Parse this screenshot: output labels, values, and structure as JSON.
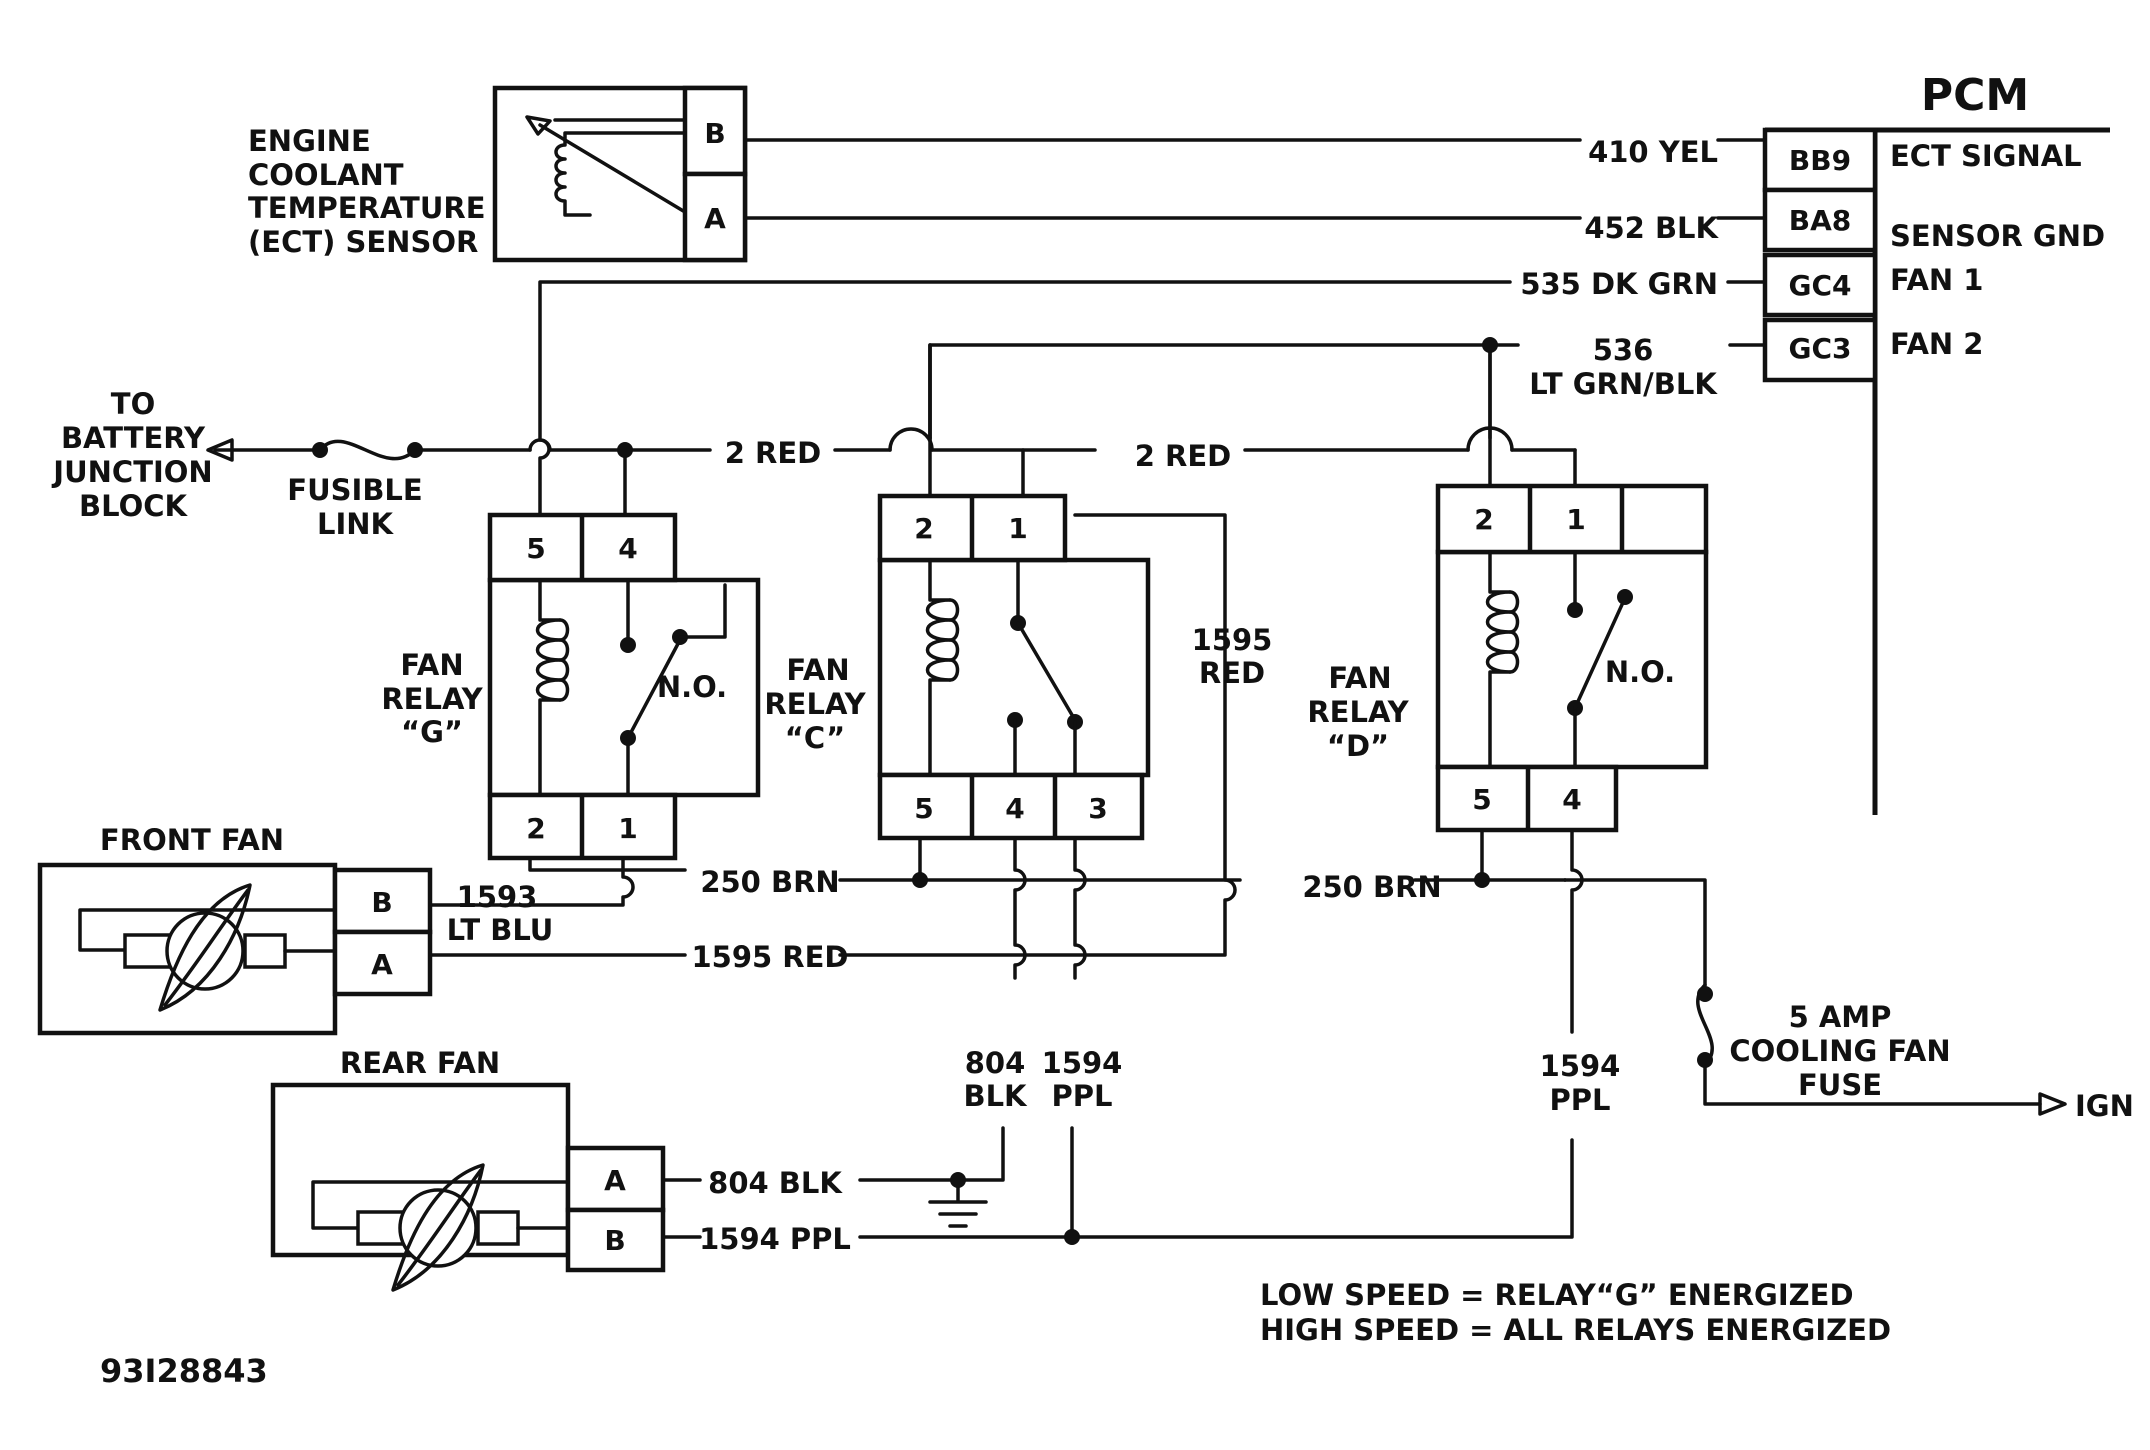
{
  "pcm": {
    "title": "PCM",
    "pins": [
      {
        "id": "BB9",
        "function": "ECT SIGNAL"
      },
      {
        "id": "BA8",
        "function": "SENSOR GND"
      },
      {
        "id": "GC4",
        "function": "FAN 1"
      },
      {
        "id": "GC3",
        "function": "FAN 2"
      }
    ]
  },
  "ect_sensor": {
    "label_lines": [
      "ENGINE",
      "COOLANT",
      "TEMPERATURE",
      "(ECT) SENSOR"
    ],
    "pins": [
      "B",
      "A"
    ]
  },
  "wires": {
    "w410": "410 YEL",
    "w452": "452 BLK",
    "w535": "535 DK GRN",
    "w536_a": "536",
    "w536_b": "LT GRN/BLK",
    "red_2a": "2 RED",
    "red_2b": "2 RED",
    "red_1595_vert_a": "1595",
    "red_1595_vert_b": "RED",
    "red_1595_horiz": "1595 RED",
    "brn_250a": "250 BRN",
    "brn_250b": "250 BRN",
    "ltblu_1593_a": "1593",
    "ltblu_1593_b": "LT BLU",
    "blk_804_vert_a": "804",
    "blk_804_vert_b": "BLK",
    "ppl_1594_vert_a": "1594",
    "ppl_1594_vert_b": "PPL",
    "ppl_1594_right_a": "1594",
    "ppl_1594_right_b": "PPL",
    "blk_804_horiz": "804 BLK",
    "ppl_1594_horiz": "1594 PPL"
  },
  "battery": {
    "lines": [
      "TO",
      "BATTERY",
      "JUNCTION",
      "BLOCK"
    ]
  },
  "fusible_link": {
    "lines": [
      "FUSIBLE",
      "LINK"
    ]
  },
  "relay_g": {
    "lines": [
      "FAN",
      "RELAY",
      "“G”"
    ],
    "top_pins": [
      "5",
      "4"
    ],
    "bottom_pins": [
      "2",
      "1"
    ],
    "contact": "N.O."
  },
  "relay_c": {
    "lines": [
      "FAN",
      "RELAY",
      "“C”"
    ],
    "top_pins": [
      "2",
      "1"
    ],
    "bottom_pins": [
      "5",
      "4",
      "3"
    ]
  },
  "relay_d": {
    "lines": [
      "FAN",
      "RELAY",
      "“D”"
    ],
    "top_pins": [
      "2",
      "1"
    ],
    "bottom_pins": [
      "5",
      "4"
    ],
    "contact": "N.O."
  },
  "front_fan": {
    "title": "FRONT FAN",
    "pins": [
      "B",
      "A"
    ]
  },
  "rear_fan": {
    "title": "REAR FAN",
    "pins": [
      "A",
      "B"
    ]
  },
  "fuse": {
    "lines": [
      "5 AMP",
      "COOLING FAN",
      "FUSE"
    ]
  },
  "ign": "IGN",
  "notes": [
    "LOW SPEED = RELAY“G” ENERGIZED",
    "HIGH SPEED = ALL RELAYS ENERGIZED"
  ],
  "figure_id": "93I28843"
}
